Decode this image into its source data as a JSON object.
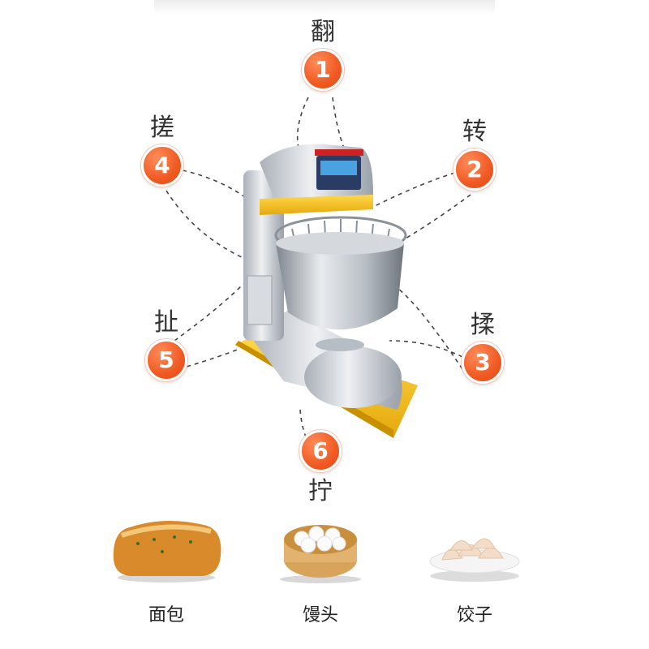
{
  "steps": [
    {
      "number": "1",
      "label": "翻"
    },
    {
      "number": "2",
      "label": "转"
    },
    {
      "number": "3",
      "label": "揉"
    },
    {
      "number": "4",
      "label": "搓"
    },
    {
      "number": "5",
      "label": "扯"
    },
    {
      "number": "6",
      "label": "拧"
    }
  ],
  "foods": [
    {
      "label": "面包"
    },
    {
      "label": "馒头"
    },
    {
      "label": "饺子"
    }
  ],
  "colors": {
    "badge": "#f05a22",
    "machine_accent": "#f4c21c",
    "machine_body": "#c9ced6"
  }
}
